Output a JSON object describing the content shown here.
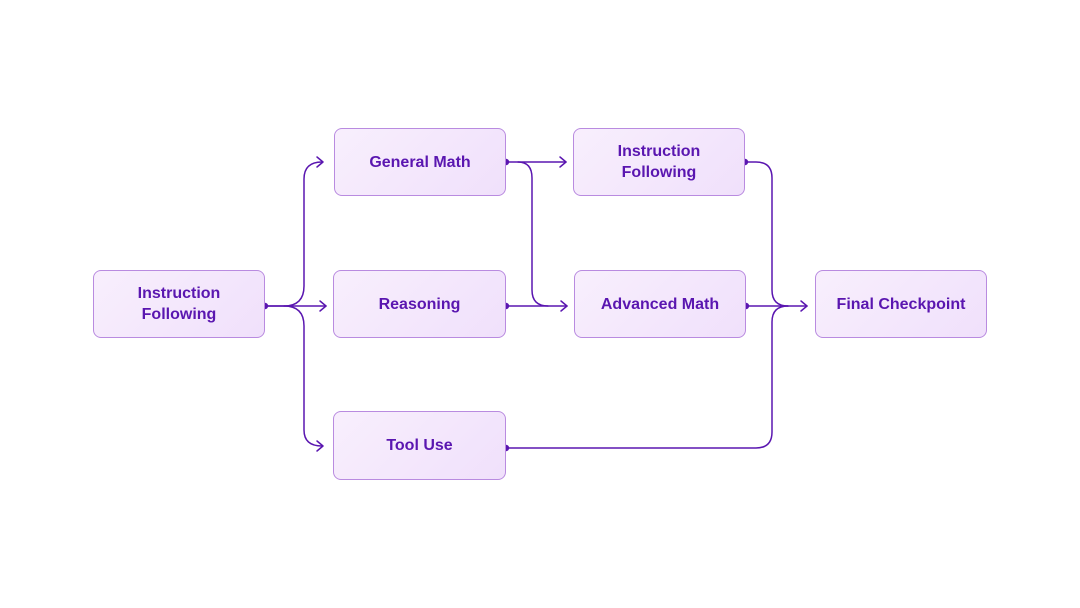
{
  "colors": {
    "stroke": "#5a16b0",
    "node_border": "#b98be0",
    "node_fill_start": "#f8effd",
    "node_fill_end": "#f0e0fb",
    "label": "#5a16b0"
  },
  "nodes": {
    "instruction_following_start": {
      "label": "Instruction\nFollowing"
    },
    "general_math": {
      "label": "General Math"
    },
    "reasoning": {
      "label": "Reasoning"
    },
    "tool_use": {
      "label": "Tool Use"
    },
    "instruction_following_mid": {
      "label": "Instruction\nFollowing"
    },
    "advanced_math": {
      "label": "Advanced Math"
    },
    "final_checkpoint": {
      "label": "Final Checkpoint"
    }
  },
  "edges": [
    {
      "from": "instruction_following_start",
      "to": "general_math"
    },
    {
      "from": "instruction_following_start",
      "to": "reasoning"
    },
    {
      "from": "instruction_following_start",
      "to": "tool_use"
    },
    {
      "from": "general_math",
      "to": "instruction_following_mid"
    },
    {
      "from": "general_math",
      "to": "advanced_math"
    },
    {
      "from": "reasoning",
      "to": "advanced_math"
    },
    {
      "from": "instruction_following_mid",
      "to": "final_checkpoint"
    },
    {
      "from": "advanced_math",
      "to": "final_checkpoint"
    },
    {
      "from": "tool_use",
      "to": "final_checkpoint"
    }
  ]
}
